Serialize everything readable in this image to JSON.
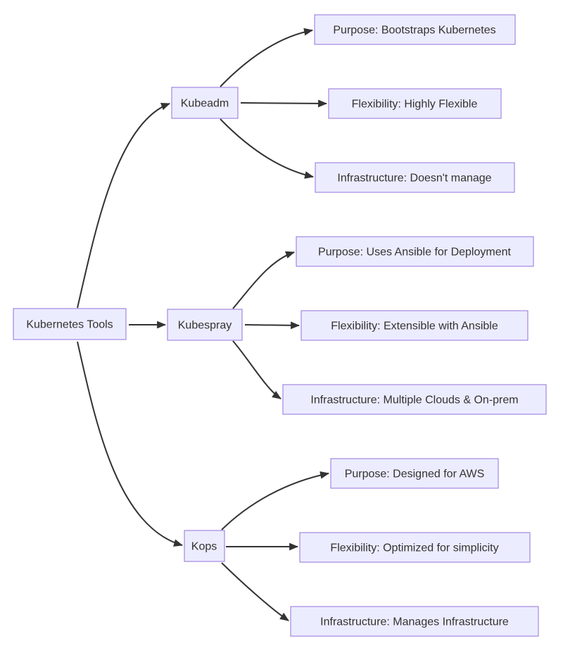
{
  "colors": {
    "background": "#FFFFFF",
    "node_fill": "#ECECFF",
    "node_border": "#9370DB",
    "node_text": "#333333",
    "edge": "#333333"
  },
  "diagram": {
    "type": "flowchart-left-to-right",
    "root": {
      "label": "Kubernetes Tools"
    },
    "branches": [
      {
        "label": "Kubeadm",
        "children": [
          {
            "label": "Purpose: Bootstraps Kubernetes"
          },
          {
            "label": "Flexibility: Highly Flexible"
          },
          {
            "label": "Infrastructure: Doesn't manage"
          }
        ]
      },
      {
        "label": "Kubespray",
        "children": [
          {
            "label": "Purpose: Uses Ansible for Deployment"
          },
          {
            "label": "Flexibility: Extensible with Ansible"
          },
          {
            "label": "Infrastructure: Multiple Clouds & On-prem"
          }
        ]
      },
      {
        "label": "Kops",
        "children": [
          {
            "label": "Purpose: Designed for AWS"
          },
          {
            "label": "Flexibility: Optimized for simplicity"
          },
          {
            "label": "Infrastructure: Manages Infrastructure"
          }
        ]
      }
    ]
  }
}
